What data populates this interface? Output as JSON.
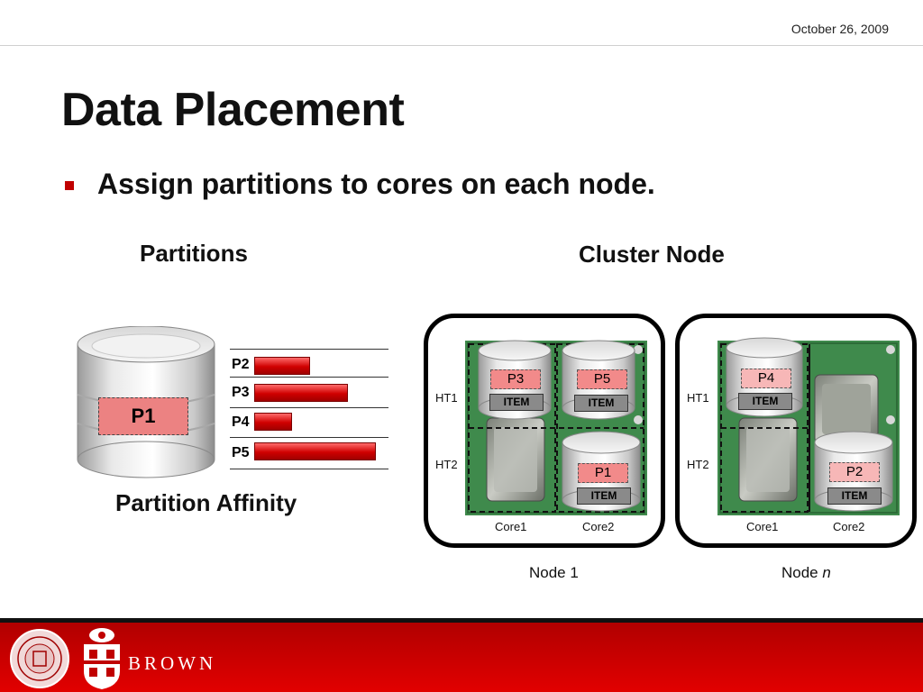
{
  "header": {
    "date": "October 26, 2009"
  },
  "slide": {
    "title": "Data Placement",
    "bullet": "Assign partitions to cores on each node."
  },
  "partitions": {
    "heading": "Partitions",
    "db_label": "P1",
    "affinity_caption": "Partition Affinity",
    "bars": [
      {
        "label": "P2",
        "value": 0.43
      },
      {
        "label": "P3",
        "value": 0.72
      },
      {
        "label": "P4",
        "value": 0.29
      },
      {
        "label": "P5",
        "value": 0.93
      }
    ]
  },
  "cluster": {
    "heading": "Cluster Node",
    "nodes": [
      {
        "name": "Node 1",
        "ht_labels": [
          "HT1",
          "HT2"
        ],
        "core_labels": [
          "Core1",
          "Core2"
        ],
        "placements": [
          {
            "partition": "P3",
            "item": "ITEM",
            "core": "Core1",
            "ht": "HT1"
          },
          {
            "partition": "P5",
            "item": "ITEM",
            "core": "Core2",
            "ht": "HT1"
          },
          {
            "partition": "P1",
            "item": "ITEM",
            "core": "Core2",
            "ht": "HT2"
          }
        ]
      },
      {
        "name_prefix": "Node ",
        "name_var": "n",
        "ht_labels": [
          "HT1",
          "HT2"
        ],
        "core_labels": [
          "Core1",
          "Core2"
        ],
        "placements": [
          {
            "partition": "P4",
            "item": "ITEM",
            "core": "Core1",
            "ht": "HT1"
          },
          {
            "partition": "P2",
            "item": "ITEM",
            "core": "Core2",
            "ht": "HT2"
          }
        ]
      }
    ]
  },
  "footer": {
    "brand": "BROWN",
    "seals": [
      "mit-seal-icon",
      "brown-shield-icon"
    ]
  },
  "colors": {
    "accent": "#c00000",
    "board": "#3f8a4c",
    "label_fill": "#f28a8a"
  }
}
